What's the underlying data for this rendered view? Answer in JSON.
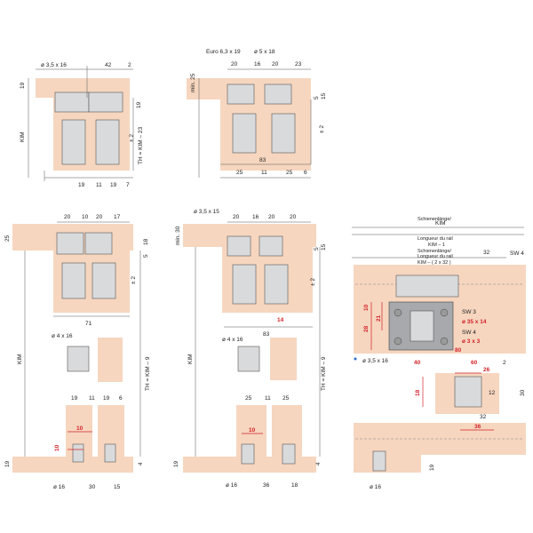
{
  "colors": {
    "wood": "#f6d6bf",
    "metal": "#d9dadb",
    "dark_metal": "#a7a9ac",
    "dim_red": "#d2232a",
    "line": "#555555",
    "blue_mark": "#2a6bd1"
  },
  "top_left": {
    "screw": "ø 3,5 x 16",
    "dims_top": [
      "42",
      "2"
    ],
    "left_19": "19",
    "right_19": "19",
    "bottom": [
      "19",
      "11",
      "19",
      "7"
    ],
    "km": "KIM",
    "th": "TH = KIM – 23",
    "pm2": "± 2"
  },
  "top_mid": {
    "screw_a": "Euro 6,3 x 19",
    "screw_b": "ø 5 x 18",
    "dims_top": [
      "20",
      "16",
      "20",
      "23"
    ],
    "min25": "min. 25",
    "right_15": "15",
    "right_5": "5",
    "pm2": "± 2",
    "d83": "83",
    "bottom": [
      "25",
      "11",
      "25",
      "6"
    ]
  },
  "bottom_left": {
    "dims_top": [
      "20",
      "10",
      "20",
      "17"
    ],
    "left_25": "25",
    "right_18": "18",
    "right_5": "5",
    "pm2": "± 2",
    "d71": "71",
    "screw": "ø 4 x 16",
    "km": "KIM",
    "th": "TH = KIM – 9",
    "guide_dims": [
      "19",
      "11",
      "19",
      "6"
    ],
    "red_10a": "10",
    "red_10b": "10",
    "left_19": "19",
    "right_4": "4",
    "bottom_d16": "ø 16",
    "bottom_30": "30",
    "bottom_15": "15"
  },
  "bottom_mid": {
    "screw": "ø 3,5 x 15",
    "min30": "min. 30",
    "dims_top": [
      "20",
      "16",
      "20",
      "20"
    ],
    "right_15": "15",
    "right_5": "5",
    "pm2": "± 2",
    "red_14": "14",
    "d83": "83",
    "screw2": "ø 4 x 16",
    "km": "KIM",
    "th": "TH = KIM – 9",
    "guide_dims": [
      "25",
      "11",
      "25"
    ],
    "red_10": "10",
    "left_19": "19",
    "right_4": "4",
    "bottom_d16": "ø 16",
    "bottom_36": "36",
    "bottom_18": "18"
  },
  "right_panel": {
    "km": "KIM",
    "rail_a1": "Schienenlänge/",
    "rail_a2": "Longueur du rail",
    "rail_a3": "KIM – 1",
    "rail_b1": "Schienenlänge/",
    "rail_b2": "Longueur du rail",
    "rail_b3": "KIM – ( 2 x 32 )",
    "d32": "32",
    "sw4a": "SW 4",
    "red_10": "10",
    "red_21": "21",
    "red_28": "28",
    "sw3": "SW 3",
    "d35x14": "ø 35 x 14",
    "sw4b": "SW 4",
    "d3x3": "ø 3 x 3",
    "d80": "80",
    "screw": "ø 3,5 x 16",
    "d40": "40",
    "d60": "60",
    "d2": "2",
    "red_18": "18",
    "red_26": "26",
    "d12": "12",
    "d30": "30",
    "d32b": "32",
    "red_36": "36",
    "d19": "19",
    "d16": "ø 16"
  }
}
